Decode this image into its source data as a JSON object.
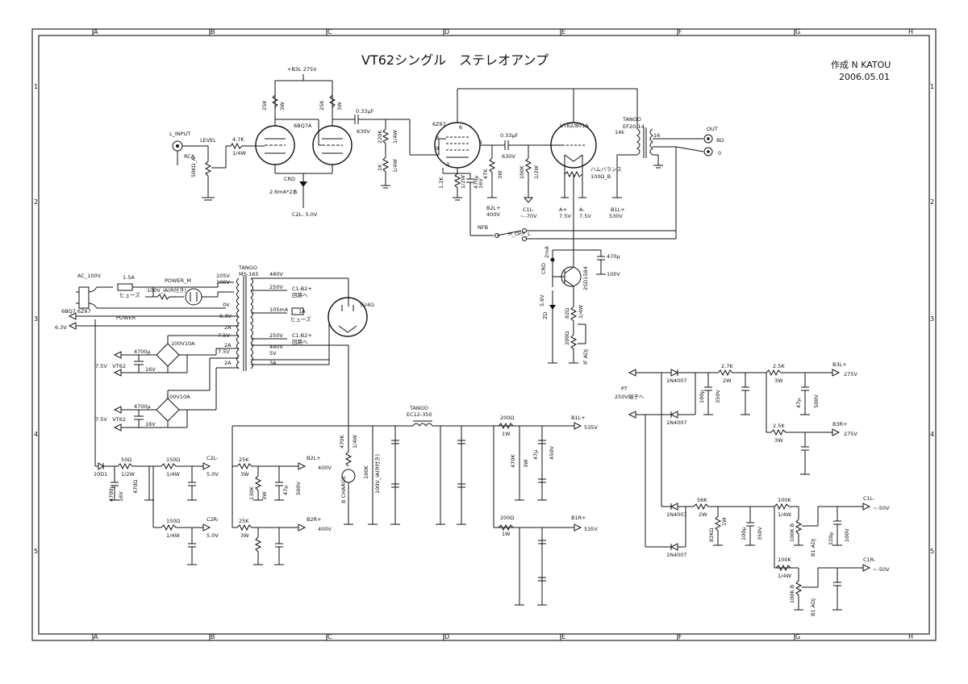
{
  "title": "VT62シングル　ステレオアンプ",
  "author": "作成 N KATOU",
  "date": "2006.05.01",
  "grid": {
    "columns": [
      "A",
      "B",
      "C",
      "D",
      "E",
      "F",
      "G",
      "H"
    ],
    "rows": [
      "1",
      "2",
      "3",
      "4",
      "5"
    ]
  },
  "input": {
    "label": "L_INPUT",
    "jack": "RCA",
    "level": "LEVEL",
    "pot": "50KΩ_A",
    "r1": "4.7K",
    "r1w": "1/4W"
  },
  "preamp": {
    "tube": "6BQ7A",
    "b_plus": "+B3L 275V",
    "r_plate1": "25K",
    "r_plate1w": "3W",
    "r_plate2": "25K",
    "r_plate2w": "3W",
    "crd": "CRD",
    "crd_value": "2.6mA*2本",
    "c2l": "C2L- 5.0V",
    "coupling_c": "0.33μF",
    "coupling_v": "630V",
    "r_grid": "220K",
    "r_gridw": "1/4W",
    "r_gnd": "1K",
    "r_gndw": "1/4W"
  },
  "driver": {
    "tube": "6Z67",
    "pin8": "8",
    "pin9": "9",
    "pin6": "6",
    "pin3": "3",
    "pin1": "1",
    "r_k": "1.2K",
    "r_kw": "1/2W",
    "c_k": "470μ",
    "c_kv": "16V",
    "r_p": "47K",
    "r_pw": "3W",
    "b2l": "B2L+",
    "b2l_v": "400V",
    "coupling_c": "0.33μF",
    "coupling_v": "630V",
    "r_g": "100K",
    "r_gw": "1/2W",
    "c1l": "C1L-",
    "c1l_v": "~-70V"
  },
  "output": {
    "tube": "VT62/801A",
    "pin_a": "A+",
    "pin_a_v": "7.5V",
    "pin_b": "A-",
    "pin_b_v": "7.5V",
    "hum": "ハムバランス",
    "hum_r": "100Ω_B",
    "b1l": "B1L+",
    "b1l_v": "530V",
    "transformer": "TANGO",
    "transformer_model": "EF20-14",
    "imp_pri": "14k",
    "imp_sec": "16",
    "out": "OUT",
    "out_8": "8Ω",
    "out_0": "0"
  },
  "nfb": {
    "label": "NFB",
    "switch": "H_OFF_L"
  },
  "crd_circuit": {
    "crd": "CRD",
    "crd_value": "2mA",
    "transistor": "2SD1584",
    "cap": "470μ",
    "cap_v": "100V",
    "zd": "ZD",
    "zd_v": "5.6V",
    "r1": "82Ω",
    "r1w": "1/4W",
    "r2": "200Ω",
    "r2_label": "IF ADJ"
  },
  "power": {
    "ac": "AC_100V",
    "fuse": "1.5A",
    "fuse_label": "ヒューズ",
    "switch": "POWER_M",
    "surge": "100V_IA(R付き)",
    "transformer": "TANGO",
    "transformer_model": "MS-165",
    "taps": [
      "105V",
      "100V",
      "0V",
      "6.3V",
      "2A",
      "7.5V",
      "2A",
      "7.5V",
      "2A",
      "480V",
      "250V",
      "105mA",
      "250V",
      "480V",
      "5V",
      "3A"
    ],
    "c1b2_1": "C1-B2+",
    "c1b2_1_note": "回路へ",
    "c1b2_2": "C1-B2+",
    "c1b2_2_note": "回路へ",
    "fuse2": "1A",
    "fuse2_label": "ヒューズ",
    "rectifier": "5U4G",
    "heater_label": "6BQ7 6Z67",
    "heater_v": "6.3V",
    "power_label": "POWER",
    "bridge1": "100V10A",
    "bridge2": "100V10A",
    "cap1": "4700μ",
    "cap1_v": "16V",
    "vt62_1": "7.5V　VT62",
    "cap2": "4700μ",
    "cap2_v": "16V",
    "vt62_2": "7.5V　VT62"
  },
  "b_supply": {
    "choke": "TANGO",
    "choke_model": "EC12-350",
    "led_r": "470K",
    "led_rw": "1/4W",
    "led": "B CHARGE",
    "led_r2": "100K",
    "led_note": "100V_IA(R付き)",
    "r_b1a": "200Ω",
    "r_b1aw": "1W",
    "b1l": "B1L+",
    "b1l_v": "535V",
    "r_b1b": "200Ω",
    "r_b1bw": "1W",
    "b1r": "B1R+",
    "b1r_v": "535V",
    "cap": "47μ",
    "cap_v": "450V",
    "bleed": "470K",
    "bleed_w": "3W",
    "r25k_1": "25K",
    "r25k_1w": "3W",
    "b2l": "B2L+",
    "b2l_v": "400V",
    "r25k_2": "25K",
    "r25k_2w": "3W",
    "b2r": "B2R+",
    "b2r_v": "400V",
    "r130k": "130K",
    "r130kw": "3W",
    "cap47": "47μ",
    "cap47_v": "500V"
  },
  "c2_supply": {
    "diode": "10D1",
    "r1": "50Ω",
    "r1w": "1/2W",
    "r2": "150Ω",
    "r2w": "1/4W",
    "r3": "150Ω",
    "r3w": "1/4W",
    "c2l": "C2L-",
    "c2l_v": "5.0V",
    "c2r": "C2R-",
    "c2r_v": "5.0V",
    "cap": "4700μ",
    "cap_v": "16V",
    "r_bleed": "470Ω"
  },
  "b3_supply": {
    "pt": "PT",
    "pt_note": "250V端子へ",
    "diode1": "1N4007",
    "diode2": "1N4007",
    "r1": "2.7K",
    "r1w": "2W",
    "cap1": "100μ",
    "cap1_v": "350V",
    "r2": "2.5K",
    "r2w": "3W",
    "b3l": "B3L+",
    "b3l_v": "275V",
    "r3": "2.5K",
    "r3w": "3W",
    "b3r": "B3R+",
    "b3r_v": "275V",
    "cap2": "47μ",
    "cap2_v": "500V"
  },
  "c1_supply": {
    "diode1": "1N4007",
    "diode2": "1N4007",
    "r1": "56K",
    "r1w": "2W",
    "r2": "82KΩ",
    "r2w": "1W",
    "cap1": "100μ",
    "cap1_v": "350V",
    "r3": "100K",
    "r3w": "1/4W",
    "pot1": "100K B",
    "pot1_label": "B1 ADJ",
    "c1l": "C1L-",
    "c1l_v": "~-50V",
    "r4": "100K",
    "r4w": "1/4W",
    "pot2": "100K B",
    "pot2_label": "B1 ADJ",
    "c1r": "C1R-",
    "c1r_v": "~-50V",
    "cap2": "220μ",
    "cap2_v": "100V"
  }
}
